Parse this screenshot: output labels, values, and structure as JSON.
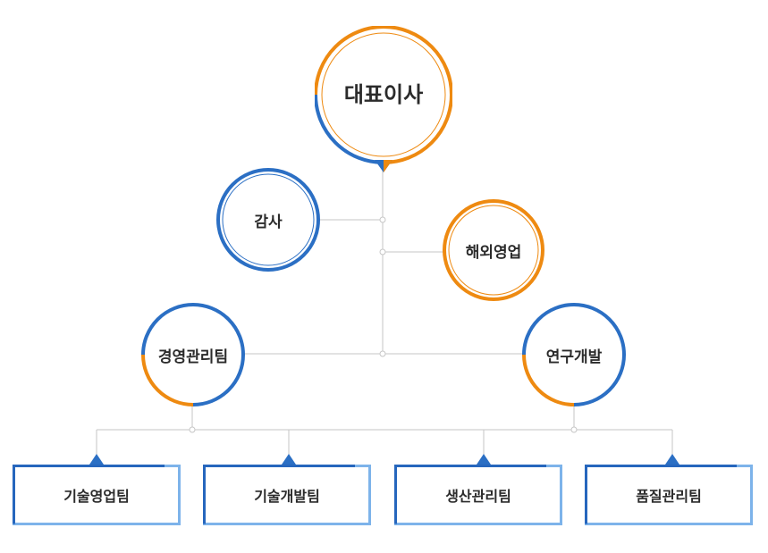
{
  "colors": {
    "blue": "#2b6fc4",
    "orange": "#ee8a11",
    "line": "#c6c6c6",
    "team_border_light": "#7db3ea",
    "team_border_dark": "#2666bd"
  },
  "org": {
    "ceo": "대표이사",
    "audit": "감사",
    "overseas": "해외영업",
    "management": "경영관리팀",
    "rnd": "연구개발",
    "teams": [
      "기술영업팀",
      "기술개발팀",
      "생산관리팀",
      "품질관리팀"
    ]
  }
}
